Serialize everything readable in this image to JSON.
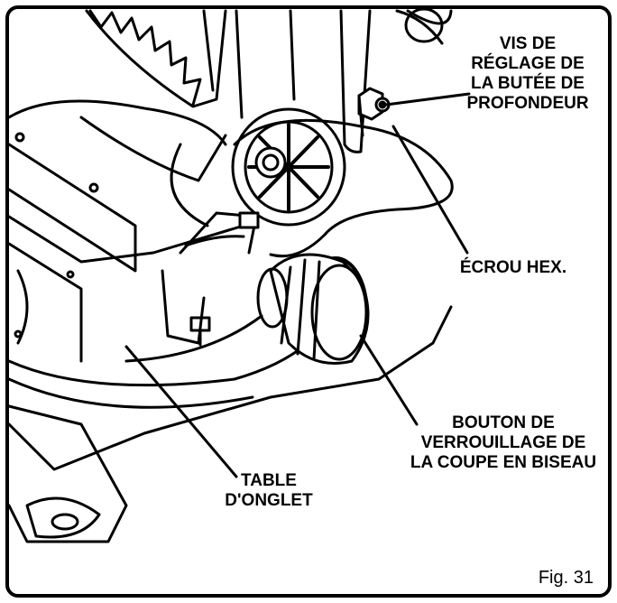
{
  "labels": {
    "vis_reglage": [
      "VIS DE",
      "RÉGLAGE DE",
      "LA BUTÉE DE",
      "PROFONDEUR"
    ],
    "ecrou_hex": [
      "ÉCROU HEX."
    ],
    "bouton_verrouillage": [
      "BOUTON DE",
      "VERROUILLAGE DE",
      "LA COUPE EN BISEAU"
    ],
    "table_onglet": [
      "TABLE",
      "D'ONGLET"
    ]
  },
  "figure": {
    "caption": "Fig. 31"
  },
  "colors": {
    "line": "#000000",
    "background": "#ffffff"
  }
}
